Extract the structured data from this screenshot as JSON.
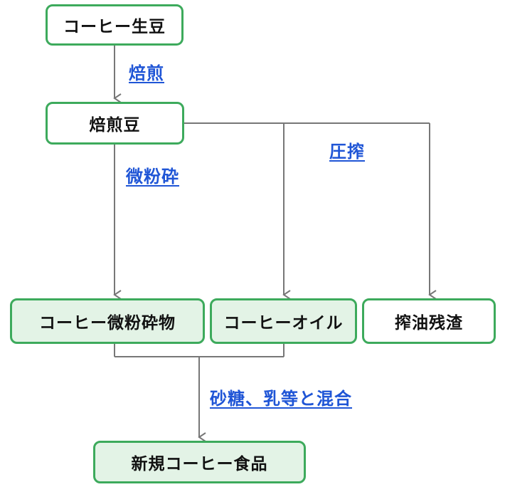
{
  "nodes": {
    "raw_beans": "コーヒー生豆",
    "roasted_beans": "焙煎豆",
    "coffee_powder": "コーヒー微粉砕物",
    "coffee_oil": "コーヒーオイル",
    "oil_residue": "搾油残渣",
    "new_food": "新規コーヒー食品"
  },
  "processes": {
    "roasting": "焙煎",
    "grinding": "微粉砕",
    "pressing": "圧搾",
    "mixing": "砂糖、乳等と混合"
  },
  "colors": {
    "box_border": "#3daa5c",
    "box_fill_green": "#e3f3e6",
    "label_blue": "#1f55d6",
    "connector": "#777777"
  }
}
